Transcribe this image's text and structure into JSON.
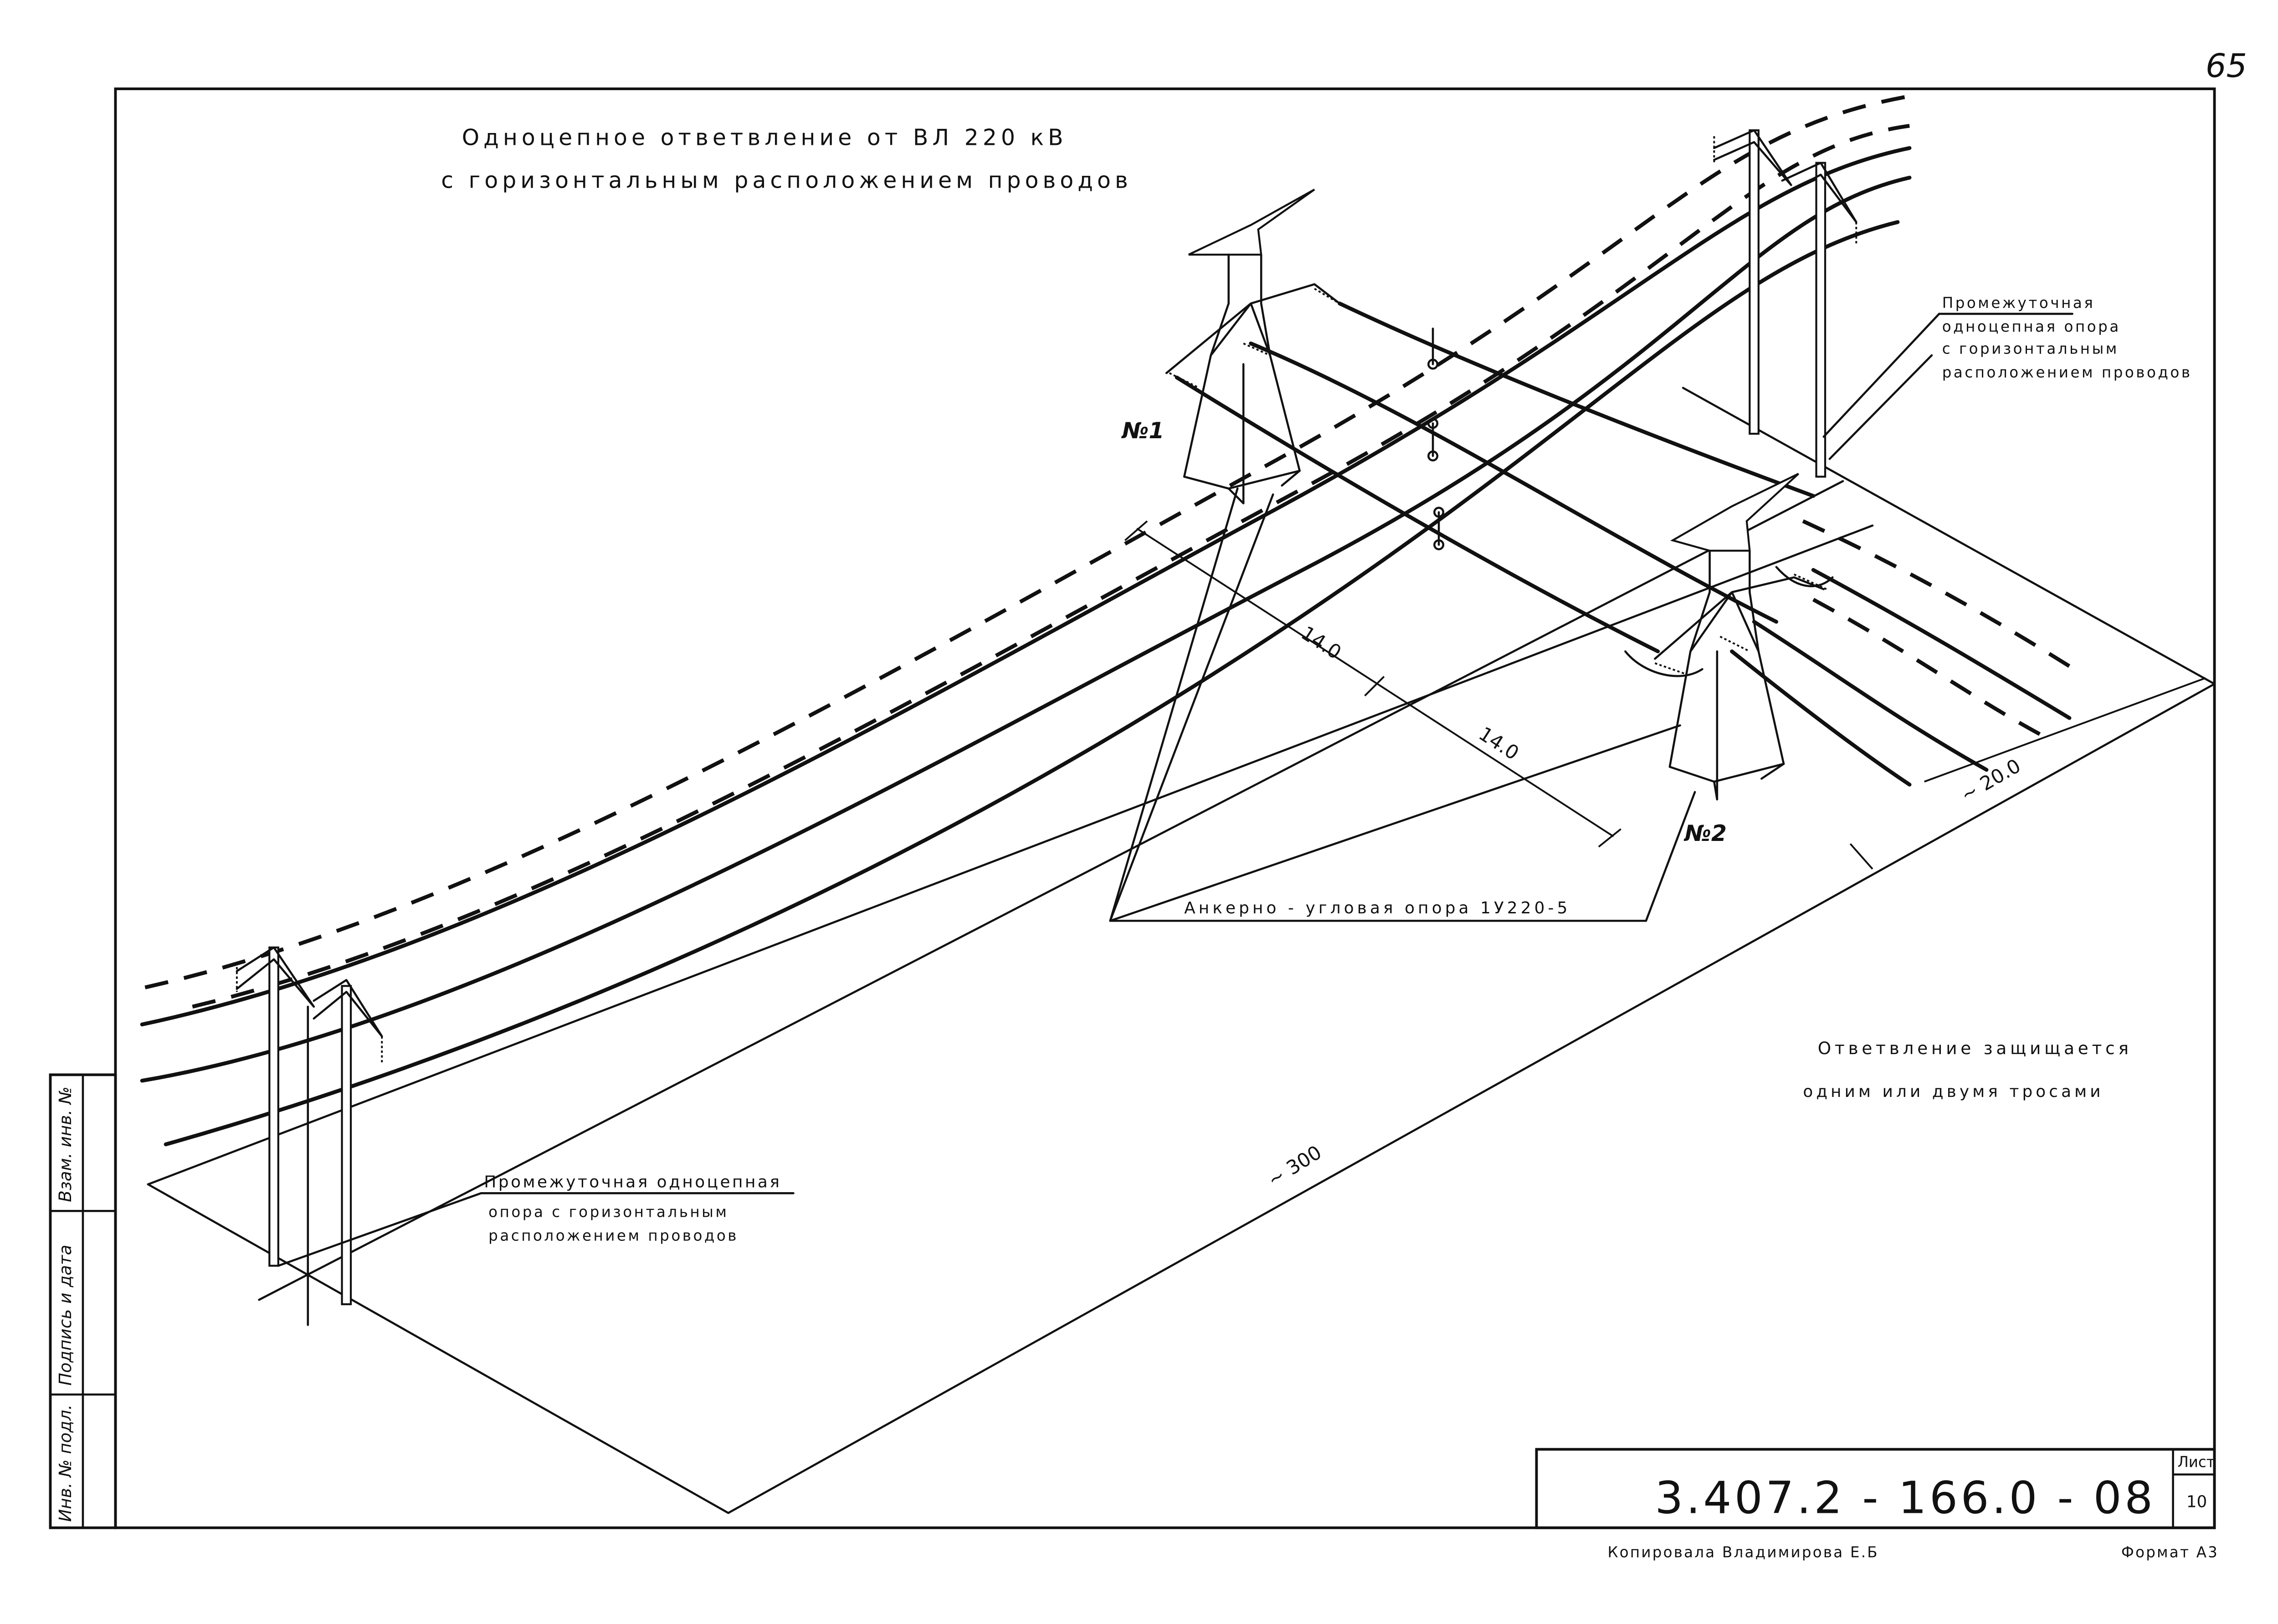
{
  "page_number": "65",
  "title": {
    "line1": "Одноцепное ответвление от ВЛ 220 кВ",
    "line2": "с горизонтальным расположением проводов"
  },
  "labels": {
    "intermediate_right": [
      "Промежуточная",
      "одноцепная опора",
      "с горизонтальным",
      "расположением проводов"
    ],
    "intermediate_left": [
      "Промежуточная одноцепная",
      "опора с горизонтальным",
      "расположением проводов"
    ],
    "anchor_angle": "Анкерно - угловая опора 1У220-5",
    "tower_1": "№1",
    "tower_2": "№2",
    "protection": [
      "Ответвление защищается",
      "одним или двумя тросами"
    ]
  },
  "dimensions": {
    "span_a": "14.0",
    "span_b": "14.0",
    "branch_width": "~ 20.0",
    "span_length": "~ 300"
  },
  "title_block": {
    "doc_number": "3.407.2 - 166.0 - 08",
    "sheet_label": "Лист",
    "sheet_number": "10"
  },
  "side_stamp": [
    "Взам. инв. №",
    "Подпись и дата",
    "Инв. № подл."
  ],
  "footer": {
    "copied_by": "Копировала Владимирова Е.Б",
    "format": "Формат А3"
  }
}
